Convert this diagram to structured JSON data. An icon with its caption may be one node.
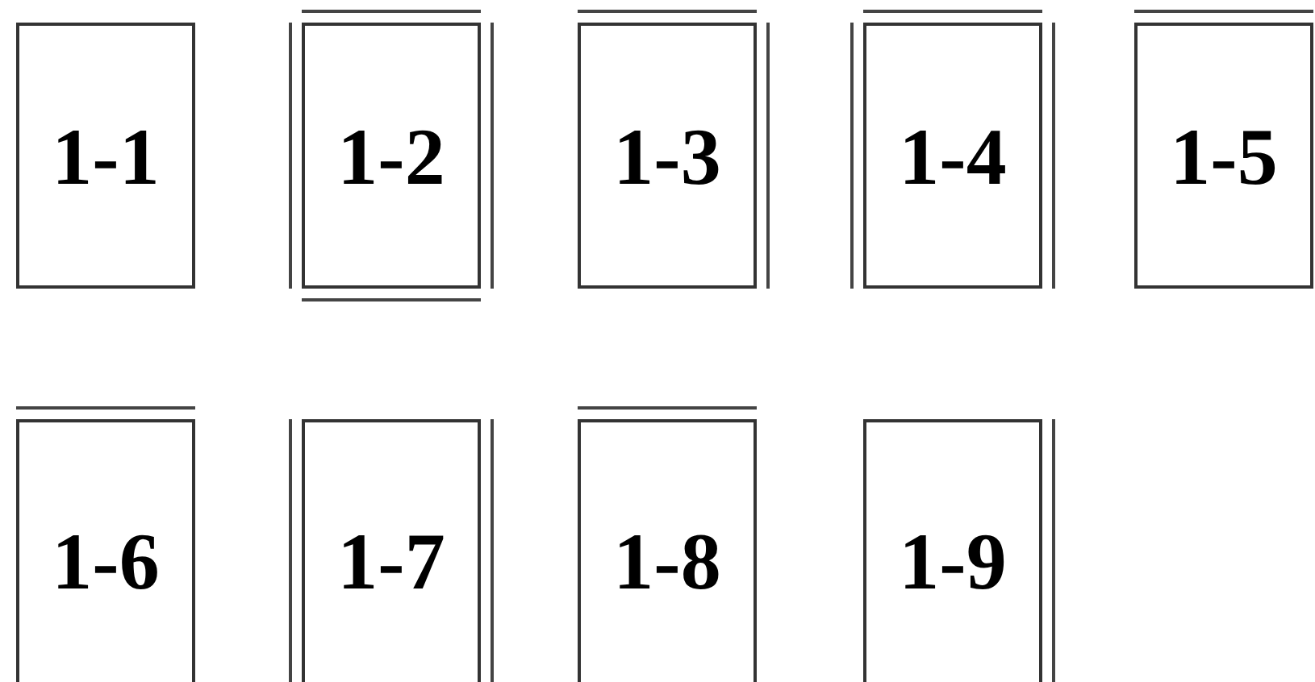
{
  "diagram": {
    "nodes": [
      {
        "text": [
          "1-1"
        ]
      },
      {
        "text": [
          "1-2"
        ]
      },
      {
        "text": [
          "1-3"
        ]
      },
      {
        "text": [
          "1-4"
        ]
      },
      {
        "text": [
          "1-5"
        ]
      },
      {
        "text": [
          "1-6"
        ]
      },
      {
        "text": [
          "1-7"
        ]
      },
      {
        "text": [
          "1-8"
        ]
      },
      {
        "text": [
          "1-9"
        ]
      }
    ]
  }
}
